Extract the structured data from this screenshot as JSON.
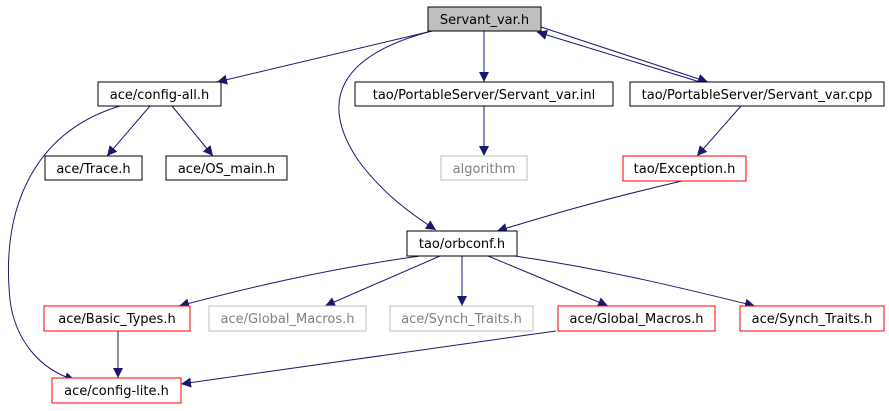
{
  "colors": {
    "edge": "#191970",
    "root_fill": "#bfbfbf",
    "documented_border": "#000000",
    "undocumented_border": "#ff0000",
    "missing_border": "#bfbfbf",
    "missing_text": "#7f7f7f"
  },
  "nodes": {
    "servant_var_h": "Servant_var.h",
    "ace_config_all_h": "ace/config-all.h",
    "tao_servant_var_inl": "tao/PortableServer/Servant_var.inl",
    "tao_servant_var_cpp": "tao/PortableServer/Servant_var.cpp",
    "ace_trace_h": "ace/Trace.h",
    "ace_os_main_h": "ace/OS_main.h",
    "algorithm": "algorithm",
    "tao_exception_h": "tao/Exception.h",
    "tao_orbconf_h": "tao/orbconf.h",
    "ace_basic_types_h": "ace/Basic_Types.h",
    "ace_global_macros_h_missing": "ace/Global_Macros.h",
    "ace_synch_traits_h_missing": "ace/Synch_Traits.h",
    "ace_global_macros_h": "ace/Global_Macros.h",
    "ace_synch_traits_h": "ace/Synch_Traits.h",
    "ace_config_lite_h": "ace/config-lite.h"
  }
}
